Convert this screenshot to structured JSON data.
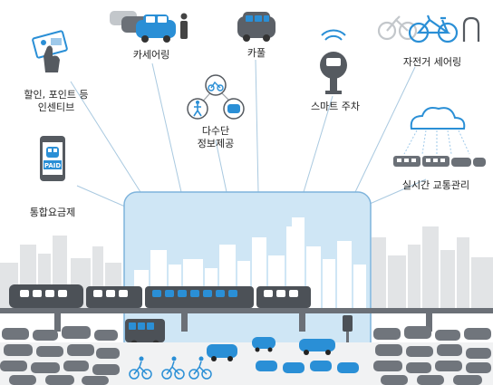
{
  "colors": {
    "accent": "#2a8fd6",
    "accent_light": "#cfe8f7",
    "gray_dark": "#555a60",
    "gray_mid": "#9ba0a6",
    "gray_light": "#d4d7da",
    "sky": "#cfe6f5"
  },
  "services": {
    "discount_incentive": {
      "line1": "할인, 포인트 등",
      "line2": "인센티브",
      "icon": "tap-discount-icon"
    },
    "carsharing": {
      "label": "카세어링",
      "icon": "car-sharing-icon"
    },
    "carpool": {
      "label": "카풀",
      "icon": "carpool-icon"
    },
    "smart_parking": {
      "label": "스마트 주차",
      "icon": "parking-meter-icon"
    },
    "bike_sharing": {
      "label": "자전거 세어링",
      "icon": "bicycle-icon"
    },
    "multimodal_info": {
      "line1": "다수단",
      "line2": "정보제공",
      "icon": "multimodal-icon"
    },
    "realtime_traffic": {
      "label": "실시간 교통관리",
      "icon": "cloud-traffic-icon"
    },
    "integrated_fare": {
      "label": "통합요금제",
      "icon": "phone-paid-icon",
      "badge": "PAID"
    }
  }
}
